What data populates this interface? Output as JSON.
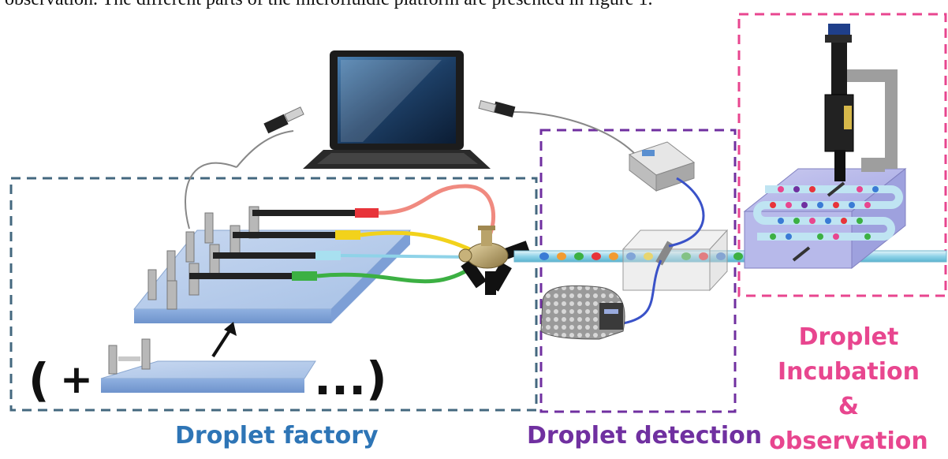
{
  "caption": {
    "text": "observation. The different parts of the microfluidic platform are presented in figure 1."
  },
  "labels": {
    "factory": "Droplet factory",
    "detection": "Droplet detection",
    "incubation_line1": "Droplet",
    "incubation_line2": "Incubation",
    "incubation_line3": "&",
    "incubation_line4": "observation"
  },
  "extension": {
    "open": "( +",
    "plus": "+",
    "paren_open": "(",
    "close": "...)"
  },
  "colors": {
    "factory_border": "#44687f",
    "detection_border": "#7030a0",
    "incubation_border": "#e8468f",
    "syringe_red": "#e8343a",
    "syringe_yellow": "#f2d21b",
    "syringe_cyan": "#a8e0f0",
    "syringe_green": "#3cb043",
    "tube_red": "#f08a80",
    "tube_yellow": "#f2d21b",
    "tube_green": "#3cb043",
    "fiber_blue": "#3a52c8"
  },
  "icons": [
    "laptop-icon",
    "usb-plug-icon",
    "spectrometer-icon",
    "light-source-icon",
    "camera-icon",
    "connector-hub-icon",
    "syringe-icon",
    "syringe-pump-icon",
    "detection-cell-icon",
    "incubation-chip-icon"
  ]
}
